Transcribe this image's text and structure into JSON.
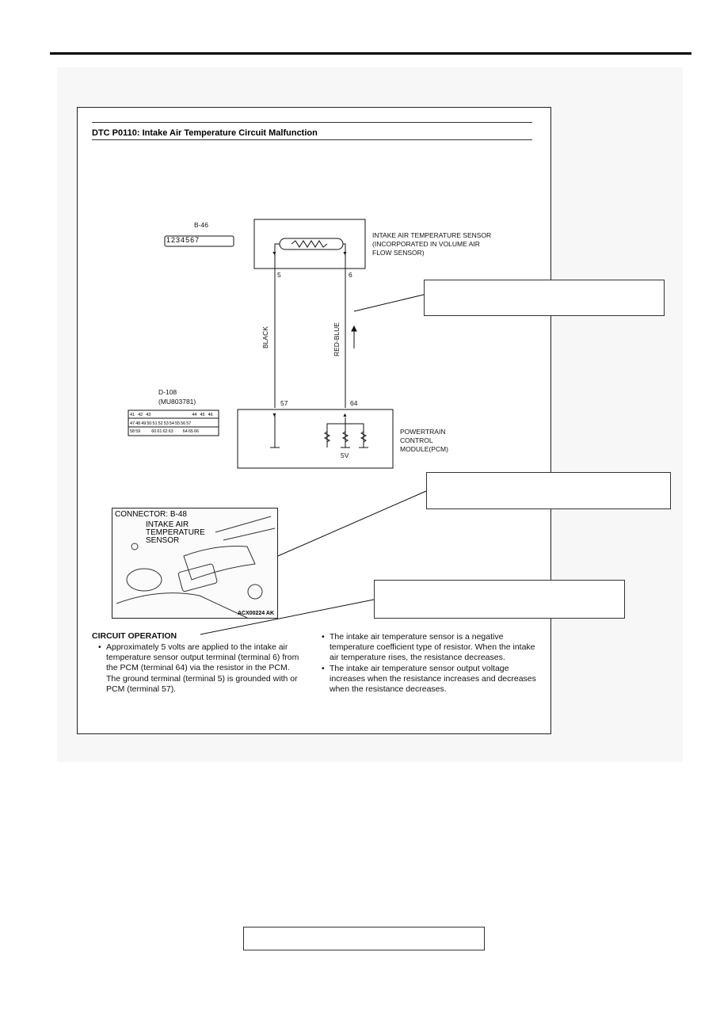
{
  "header": {
    "title": "DTC P0110: Intake Air Temperature Circuit Malfunction"
  },
  "diagram": {
    "connector_b": {
      "label": "B-46",
      "pins": [
        "1",
        "2",
        "3",
        "4",
        "5",
        "6",
        "7"
      ]
    },
    "sensor_label": [
      "INTAKE AIR TEMPERATURE SENSOR",
      "(INCORPORATED IN VOLUME AIR",
      "FLOW SENSOR)"
    ],
    "sensor_terminals": [
      "5",
      "6"
    ],
    "wires": [
      "BLACK",
      "RED-BLUE"
    ],
    "connector_d": {
      "label": "D-108",
      "part": "(MU803781)",
      "rows": [
        [
          "41",
          "42",
          "43",
          "",
          "44",
          "45",
          "46"
        ],
        [
          "47",
          "48",
          "49",
          "50",
          "51",
          "52",
          "53",
          "54",
          "55",
          "56",
          "57"
        ],
        [
          "58",
          "59",
          "",
          "60",
          "61",
          "62",
          "63",
          "",
          "64",
          "65",
          "66"
        ]
      ]
    },
    "pcm_terminals": [
      "57",
      "64"
    ],
    "supply": "5V",
    "pcm_label": [
      "POWERTRAIN",
      "CONTROL",
      "MODULE(PCM)"
    ]
  },
  "photo": {
    "connector": "CONNECTOR: B-48",
    "label": [
      "INTAKE AIR",
      "TEMPERATURE",
      "SENSOR"
    ],
    "code": "ACX00224 AK"
  },
  "circuit_operation": {
    "heading": "CIRCUIT OPERATION",
    "left": [
      "Approximately 5 volts are applied to the intake air temperature sensor output terminal (terminal 6) from the PCM (terminal 64) via the resistor in the PCM. The ground terminal (terminal 5) is grounded with or PCM (terminal 57)."
    ],
    "right": [
      "The intake air temperature sensor is a negative temperature coefficient type of resistor. When the intake air temperature rises, the resistance decreases.",
      "The intake air temperature sensor output voltage increases when the resistance increases and decreases when the resistance decreases."
    ]
  }
}
